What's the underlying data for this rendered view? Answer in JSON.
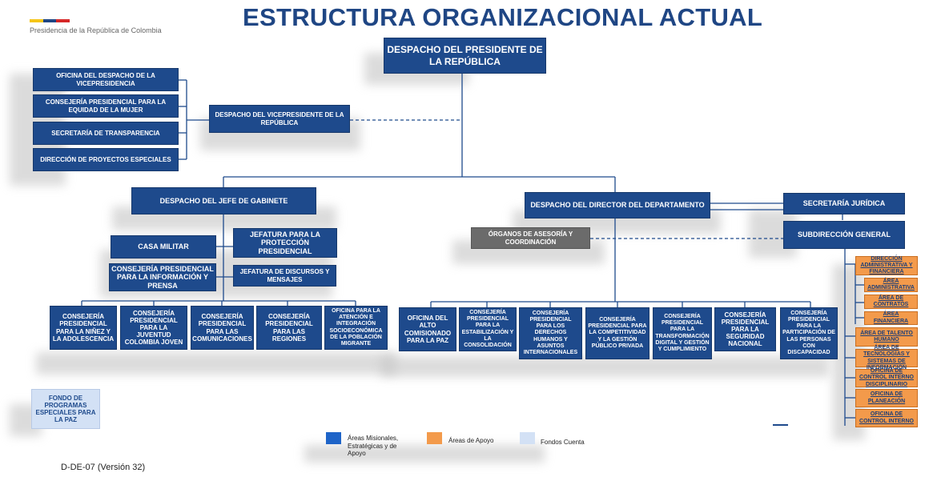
{
  "header": {
    "title": "ESTRUCTURA ORGANIZACIONAL ACTUAL",
    "logo_text": "Presidencia de la República de Colombia",
    "logo_colors": [
      "#f5c518",
      "#1f4684",
      "#d62828"
    ]
  },
  "colors": {
    "primary": "#1e4a8c",
    "support": "#f39a4b",
    "fund": "#d3e1f5",
    "advisory": "#6b6b6b"
  },
  "org": {
    "top": "DESPACHO DEL PRESIDENTE DE LA REPÚBLICA",
    "vice": {
      "head": "DESPACHO DEL VICEPRESIDENTE DE LA REPÚBLICA",
      "units": [
        "OFICINA DEL DESPACHO DE LA VICEPRESIDENCIA",
        "CONSEJERÍA PRESIDENCIAL PARA LA EQUIDAD DE LA MUJER",
        "SECRETARÍA DE TRANSPARENCIA",
        "DIRECCIÓN DE PROYECTOS ESPECIALES"
      ]
    },
    "gabinete": {
      "head": "DESPACHO DEL JEFE DE GABINETE",
      "casa_militar": "CASA MILITAR",
      "proteccion": "JEFATURA PARA LA PROTECCIÓN PRESIDENCIAL",
      "consejeria_info": "CONSEJERÍA PRESIDENCIAL PARA LA INFORMACIÓN Y PRENSA",
      "discursos": "JEFATURA DE DISCURSOS Y MENSAJES",
      "units": [
        "CONSEJERÍA PRESIDENCIAL PARA LA NIÑEZ Y LA ADOLESCENCIA",
        "CONSEJERÍA PRESIDENCIAL PARA LA JUVENTUD COLOMBIA JOVEN",
        "CONSEJERÍA PRESIDENCIAL PARA LAS COMUNICACIONES",
        "CONSEJERÍA PRESIDENCIAL PARA LAS REGIONES",
        "OFICINA PARA LA ATENCIÓN E INTEGRACIÓN SOCIOECONÓMICA DE LA POBLACIÓN MIGRANTE"
      ]
    },
    "director": {
      "head": "DESPACHO DEL DIRECTOR DEL DEPARTAMENTO",
      "organos": "ÓRGANOS DE ASESORÍA Y COORDINACIÓN",
      "juridica": "SECRETARÍA JURÍDICA",
      "subdireccion": "SUBDIRECCIÓN GENERAL",
      "units": [
        "OFICINA DEL ALTO COMISIONADO PARA LA PAZ",
        "CONSEJERÍA PRESIDENCIAL PARA LA ESTABILIZACIÓN Y LA CONSOLIDACIÓN",
        "CONSEJERÍA PRESIDENCIAL PARA LOS DERECHOS HUMANOS Y ASUNTOS INTERNACIONALES",
        "CONSEJERÍA PRESIDENCIAL PARA LA COMPETITIVIDAD Y LA GESTIÓN PÚBLICO PRIVADA",
        "CONSEJERÍA PRESIDENCIAL PARA LA TRANSFORMACIÓN DIGITAL Y GESTIÓN Y CUMPLIMIENTO",
        "CONSEJERÍA PRESIDENCIAL PARA LA SEGURIDAD NACIONAL",
        "CONSEJERÍA PRESIDENCIAL PARA LA PARTICIPACIÓN DE LAS PERSONAS CON DISCAPACIDAD"
      ]
    },
    "support_units": [
      "DIRECCIÓN ADMINISTRATIVA Y FINANCIERA",
      "ÁREA ADMINISTRATIVA",
      "ÁREA DE CONTRATOS",
      "ÁREA FINANCIERA",
      "ÁREA DE TALENTO HUMANO",
      "ÁREA DE TECNOLOGÍAS Y SISTEMAS DE INFORMACIÓN",
      "OFICINA DE CONTROL INTERNO DISCIPLINARIO",
      "OFICINA DE PLANEACIÓN",
      "OFICINA DE CONTROL INTERNO"
    ],
    "fondo": "FONDO DE PROGRAMAS ESPECIALES PARA LA PAZ"
  },
  "legend": {
    "misionales": "Áreas Misionales, Estratégicas y de Apoyo",
    "apoyo": "Áreas de Apoyo",
    "fondos": "Fondos Cuenta"
  },
  "footer": {
    "code": "D-DE-07 (Versión 32)"
  }
}
